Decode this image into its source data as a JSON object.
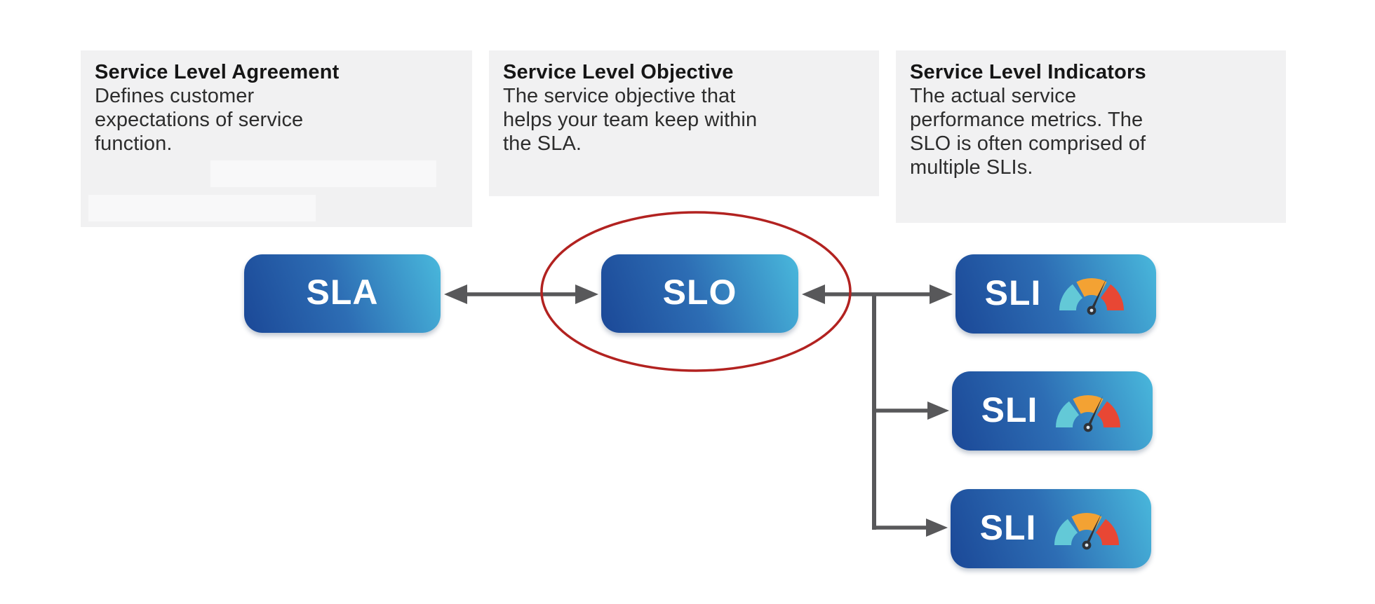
{
  "cards": [
    {
      "title": "Service Level Agreement",
      "body": "Defines customer\nexpectations of service\nfunction."
    },
    {
      "title": "Service Level Objective",
      "body": "The service objective that\nhelps your team keep within\nthe SLA."
    },
    {
      "title": "Service Level Indicators",
      "body": "The actual service\nperformance metrics. The\nSLO is often comprised of\nmultiple SLIs."
    }
  ],
  "nodes": {
    "sla_label": "SLA",
    "slo_label": "SLO",
    "sli_label": "SLI"
  },
  "icons": {
    "gauge": "gauge-meter-icon"
  },
  "colors": {
    "card_bg": "#f1f1f2",
    "node_gradient_start": "#1b4897",
    "node_gradient_end": "#49b8dc",
    "node_text": "#ffffff",
    "arrow": "#58585a",
    "highlight_ellipse": "#b22220",
    "gauge_teal": "#63c9d7",
    "gauge_orange": "#f3a233",
    "gauge_red": "#e84734",
    "gauge_needle": "#2e3238"
  }
}
